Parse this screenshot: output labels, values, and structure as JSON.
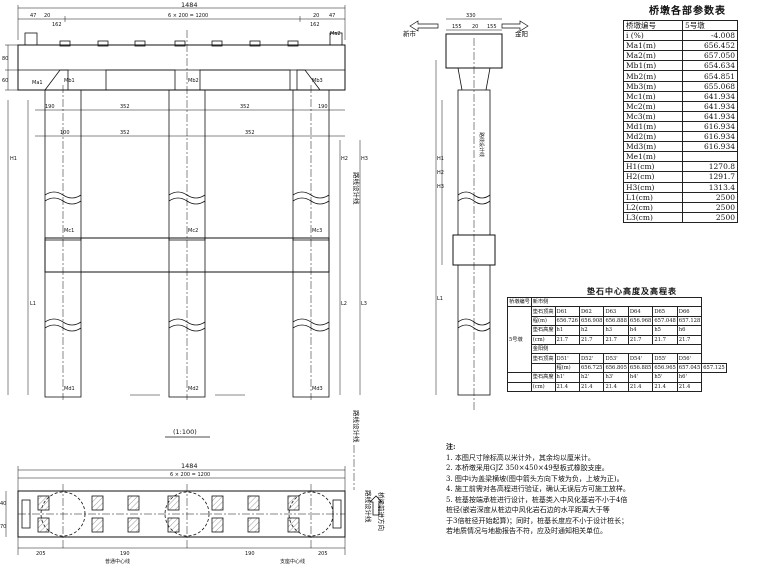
{
  "elevation": {
    "total_width": "1484",
    "span_dims": "6 × 200 = 1200",
    "top_left_dims": [
      "47",
      "20",
      "162"
    ],
    "top_right_dims": [
      "162",
      "20",
      "47"
    ],
    "pier_dims_left": [
      "190",
      "100",
      "352"
    ],
    "pier_dims_mid": [
      "352",
      "100",
      "352"
    ],
    "pier_dims_right": [
      "190"
    ],
    "height_labels": [
      "80",
      "60",
      "H1",
      "H2",
      "H3",
      "L1",
      "L2",
      "L3",
      "20"
    ],
    "point_labels": [
      "Ma1",
      "Ma2",
      "Mb1",
      "Mb2",
      "Mb3",
      "Mc1",
      "Mc2",
      "Mc3",
      "Md1",
      "Md2",
      "Md3"
    ],
    "centerline_label": "路线设计线",
    "scale_label": "(1:100)"
  },
  "side": {
    "top_dim": "330",
    "dims": [
      "155",
      "20",
      "155"
    ],
    "left_direction": "新市",
    "right_direction": "金阳",
    "height_labels": [
      "H1",
      "H2",
      "H3",
      "L1"
    ],
    "centerline_label": "路线设计线"
  },
  "plan": {
    "total_width": "1484",
    "span_dims": "6 × 200 = 1200",
    "bottom_dims": [
      "205",
      "190",
      "190",
      "205"
    ],
    "left_side_dims": [
      "40",
      "70"
    ],
    "label_left": "普通中心线",
    "label_right": "支座中心线",
    "direction_note": "桥梁前进方向"
  },
  "params": {
    "title": "桥墩各部参数表",
    "header_key": "桥墩编号",
    "header_value": "5号墩",
    "rows": [
      {
        "key": "i (%)",
        "value": "-4.008"
      },
      {
        "key": "Ma1(m)",
        "value": "656.452"
      },
      {
        "key": "Ma2(m)",
        "value": "657.050"
      },
      {
        "key": "Mb1(m)",
        "value": "654.634"
      },
      {
        "key": "Mb2(m)",
        "value": "654.851"
      },
      {
        "key": "Mb3(m)",
        "value": "655.068"
      },
      {
        "key": "Mc1(m)",
        "value": "641.934"
      },
      {
        "key": "Mc2(m)",
        "value": "641.934"
      },
      {
        "key": "Mc3(m)",
        "value": "641.934"
      },
      {
        "key": "Md1(m)",
        "value": "616.934"
      },
      {
        "key": "Md2(m)",
        "value": "616.934"
      },
      {
        "key": "Md3(m)",
        "value": "616.934"
      },
      {
        "key": "Me1(m)",
        "value": ""
      },
      {
        "key": "H1(cm)",
        "value": "1270.8"
      },
      {
        "key": "H2(cm)",
        "value": "1291.7"
      },
      {
        "key": "H3(cm)",
        "value": "1313.4"
      },
      {
        "key": "L1(cm)",
        "value": "2500"
      },
      {
        "key": "L2(cm)",
        "value": "2500"
      },
      {
        "key": "L3(cm)",
        "value": "2500"
      }
    ]
  },
  "bearing": {
    "title": "垫石中心高度及高程表",
    "col_pier": "桥墩编号",
    "pier": "5号墩",
    "side_a": "新市侧",
    "side_b": "金阳侧",
    "label_elev_a": "垫石顶高",
    "label_elev_b": "程(m)",
    "label_h_a": "垫石高度",
    "label_h_b": "(cm)",
    "a_ids": [
      "D61",
      "D62",
      "D63",
      "D64",
      "D65",
      "D66"
    ],
    "a_elev": [
      "656.726",
      "656.908",
      "656.888",
      "656.968",
      "657.048",
      "657.128"
    ],
    "a_hid": [
      "h1",
      "h2",
      "h3",
      "h4",
      "h5",
      "h6"
    ],
    "a_h": [
      "21.7",
      "21.7",
      "21.7",
      "21.7",
      "21.7",
      "21.7"
    ],
    "b_ids": [
      "D51'",
      "D52'",
      "D53'",
      "D54'",
      "D55'",
      "D56'"
    ],
    "b_elev": [
      "656.725",
      "656.805",
      "656.885",
      "656.965",
      "657.045",
      "657.125"
    ],
    "b_hid": [
      "h1'",
      "h2'",
      "h3'",
      "h4'",
      "h5'",
      "h6'"
    ],
    "b_h": [
      "21.4",
      "21.4",
      "21.4",
      "21.4",
      "21.4",
      "21.4"
    ]
  },
  "notes": {
    "title": "注:",
    "items": [
      "1. 本图尺寸除标高以米计外，其余均以厘米计。",
      "2. 本桥墩采用GJZ 350×450×49型板式橡胶支座。",
      "3. 图中i为盖梁横坡(图中箭头方向下坡为负，上坡为正)。",
      "4. 施工前需对各高程进行验证，确认无误后方可施工放样。",
      "5. 桩基按端承桩进行设计，桩基类入中风化基岩不小于4倍",
      "   桩径(嵌岩深度从桩边中风化岩石边的水平距离大于等",
      "   于3倍桩径开始起算)；同时，桩基长度应不小于设计桩长；",
      "   若地质情况与地勘报告不符，应及时通知相关单位。"
    ]
  }
}
